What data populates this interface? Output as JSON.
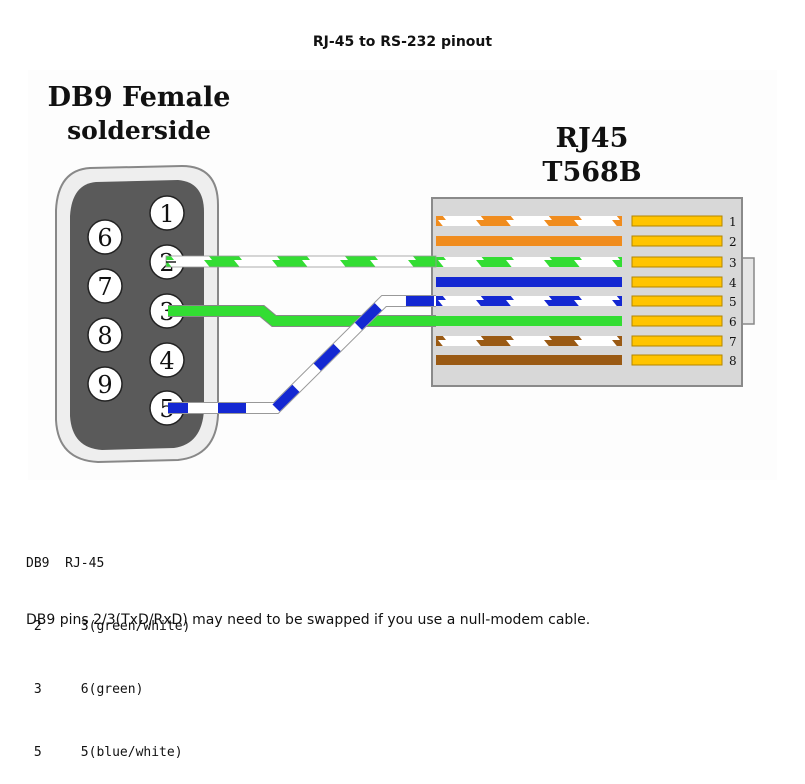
{
  "title": "RJ-45 to RS-232 pinout",
  "diagram": {
    "db9_title_line1": "DB9 Female",
    "db9_title_line2": "solderside",
    "rj45_title_line1": "RJ45",
    "rj45_title_line2": "T568B",
    "db9_pins": [
      "1",
      "2",
      "3",
      "4",
      "5",
      "6",
      "7",
      "8",
      "9"
    ],
    "rj45_pins": [
      "1",
      "2",
      "3",
      "4",
      "5",
      "6",
      "7",
      "8"
    ],
    "colors": {
      "orange": "#f08c1e",
      "green": "#33dd33",
      "blue": "#1428d2",
      "brown": "#9a5a14",
      "gold": "#ffc400",
      "connector_body": "#5a5a5a",
      "rj45_body": "#d8d8d8"
    }
  },
  "table": {
    "header": "DB9  RJ-45",
    "rows": [
      " 2     3(green/white)",
      " 3     6(green)",
      " 5     5(blue/white)"
    ]
  },
  "footnote": "DB9 pins 2/3(TxD/RxD) may need to be swapped if you use a null-modem cable."
}
